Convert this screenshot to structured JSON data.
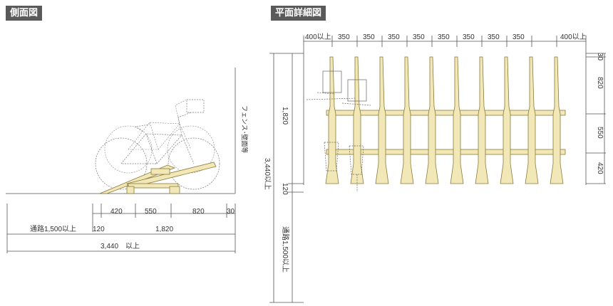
{
  "side_view": {
    "title": "側面図",
    "wall_label": "フェンス･壁面等",
    "dims_row1": [
      "420",
      "550",
      "820",
      "30"
    ],
    "dims_row2": [
      "通路1,500以上",
      "120",
      "1,820"
    ],
    "dims_row3": [
      "3,440",
      "以上"
    ]
  },
  "plan_view": {
    "title": "平面詳細図",
    "top_dims": [
      "400以上",
      "350",
      "350",
      "350",
      "350",
      "350",
      "350",
      "350",
      "350",
      "400以上"
    ],
    "right_dims": [
      "30",
      "820",
      "550",
      "420"
    ],
    "left_dims": [
      "1,820",
      "120",
      "通路1,500以上"
    ],
    "outer_dim": "3,440以上"
  }
}
